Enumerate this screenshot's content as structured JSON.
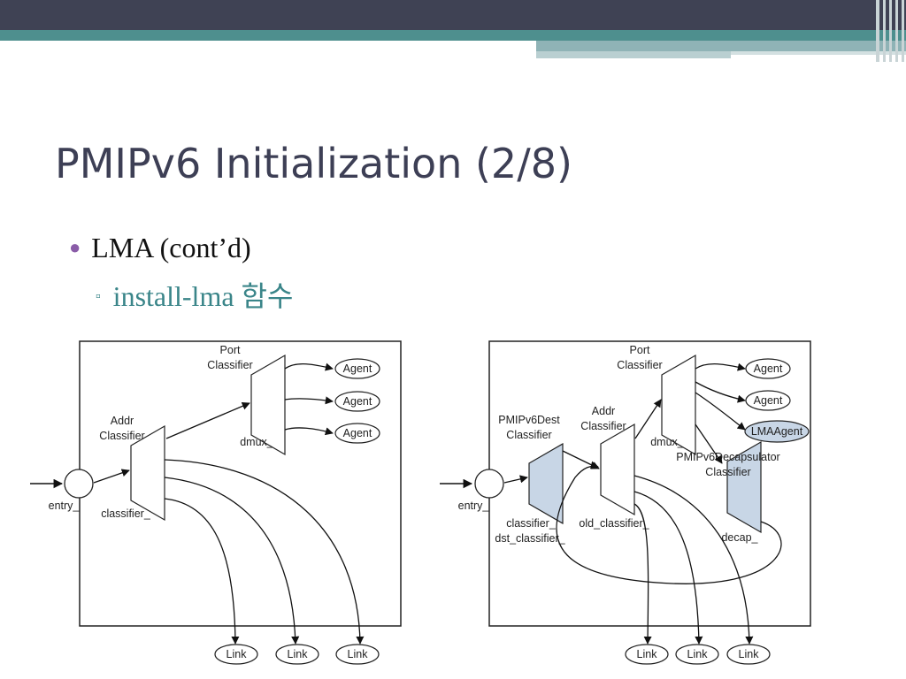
{
  "slide": {
    "title": "PMIPv6 Initialization (2/8)",
    "bullet": "LMA (cont’d)",
    "sub_bullet": "install-lma 함수"
  },
  "colors": {
    "header_dark": "#3f4254",
    "header_teal": "#4e8f8e",
    "title_text": "#3d3f55",
    "sub_bullet_text": "#3a8589",
    "bullet_marker": "#8a5ca8",
    "classifier_fill": "#c8d6e6"
  },
  "diagram_left": {
    "port_classifier": [
      "Port",
      "Classifier"
    ],
    "addr_classifier": [
      "Addr",
      "Classifier"
    ],
    "dmux": "dmux_",
    "entry": "entry_",
    "classifier": "classifier_",
    "agents": [
      "Agent",
      "Agent",
      "Agent"
    ],
    "links": [
      "Link",
      "Link",
      "Link"
    ]
  },
  "diagram_right": {
    "port_classifier": [
      "Port",
      "Classifier"
    ],
    "addr_classifier": [
      "Addr",
      "Classifier"
    ],
    "dest_classifier": [
      "PMIPv6Dest",
      "Classifier"
    ],
    "decap_classifier": [
      "PMIPv6Decapsulator",
      "Classifier"
    ],
    "dmux": "dmux_",
    "entry": "entry_",
    "classifier": "classifier_",
    "dst_classifier": "dst_classifier_",
    "old_classifier": "old_classifier_",
    "decap": "decap_",
    "agents": [
      "Agent",
      "Agent",
      "LMAAgent"
    ],
    "links": [
      "Link",
      "Link",
      "Link"
    ]
  }
}
